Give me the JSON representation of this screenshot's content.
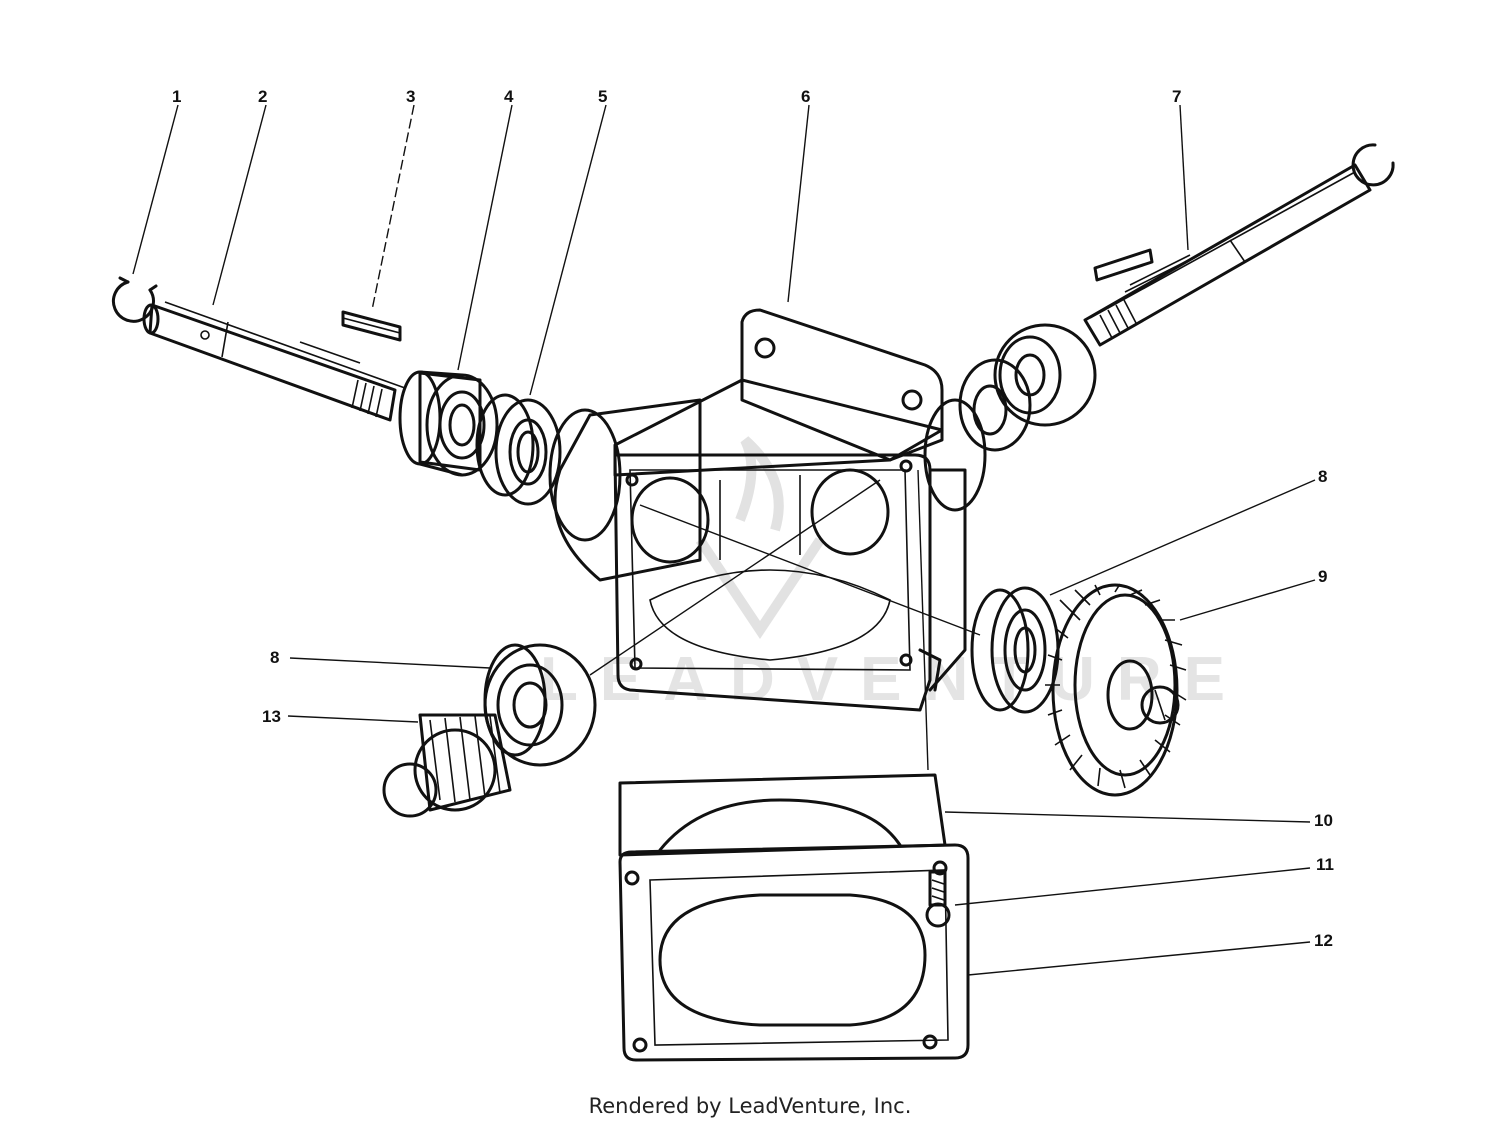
{
  "diagram": {
    "watermark": "LEADVENTURE",
    "callouts": [
      "1",
      "2",
      "3",
      "4",
      "5",
      "6",
      "7",
      "8",
      "8",
      "9",
      "10",
      "11",
      "12",
      "13"
    ]
  },
  "footer": {
    "text": "Rendered by LeadVenture, Inc."
  }
}
